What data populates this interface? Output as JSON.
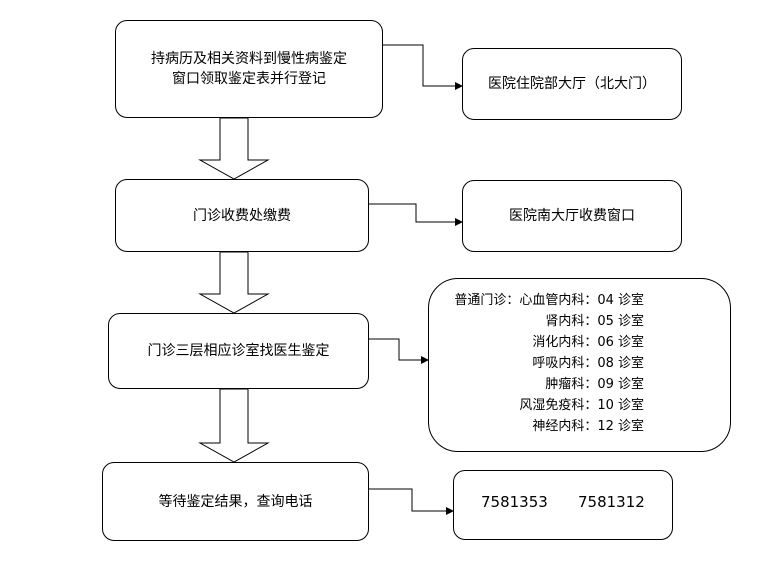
{
  "steps": [
    {
      "line1": "持病历及相关资料到慢性病鉴定",
      "line2": "窗口领取鉴定表并行登记"
    },
    {
      "line1": "门诊收费处缴费"
    },
    {
      "line1": "门诊三层相应诊室找医生鉴定"
    },
    {
      "line1": "等待鉴定结果，查询电话"
    }
  ],
  "locations": [
    {
      "label": "医院住院部大厅（北大门）"
    },
    {
      "label": "医院南大厅收费窗口"
    }
  ],
  "departments": [
    {
      "text": "普通门诊：心血管内科：04 诊室"
    },
    {
      "text": "肾内科：05 诊室"
    },
    {
      "text": "消化内科：06 诊室"
    },
    {
      "text": "呼吸内科：08 诊室"
    },
    {
      "text": "肿瘤科：09 诊室"
    },
    {
      "text": "风湿免疫科：10 诊室"
    },
    {
      "text": "神经内科：12 诊室"
    }
  ],
  "phones": [
    "7581353",
    "7581312"
  ]
}
